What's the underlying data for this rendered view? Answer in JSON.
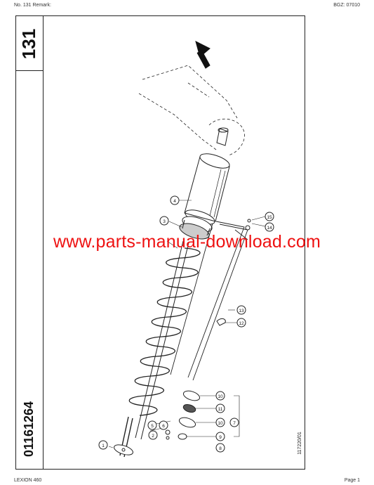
{
  "header": {
    "left": "No. 131   Remark:",
    "right": "BGZ: 07010"
  },
  "sidebar": {
    "plate_number": "131",
    "part_number": "01161264"
  },
  "drawing_id": "117220/01",
  "watermark": "www.parts-manual-download.com",
  "footer": {
    "left": "LEXION 460",
    "right": "Page 1"
  },
  "callouts": [
    "1",
    "2",
    "3",
    "4",
    "5",
    "6",
    "7",
    "8",
    "9",
    "10",
    "10",
    "11",
    "12",
    "13",
    "14",
    "15"
  ],
  "icons": {
    "direction": "arrow-up-left-icon"
  }
}
